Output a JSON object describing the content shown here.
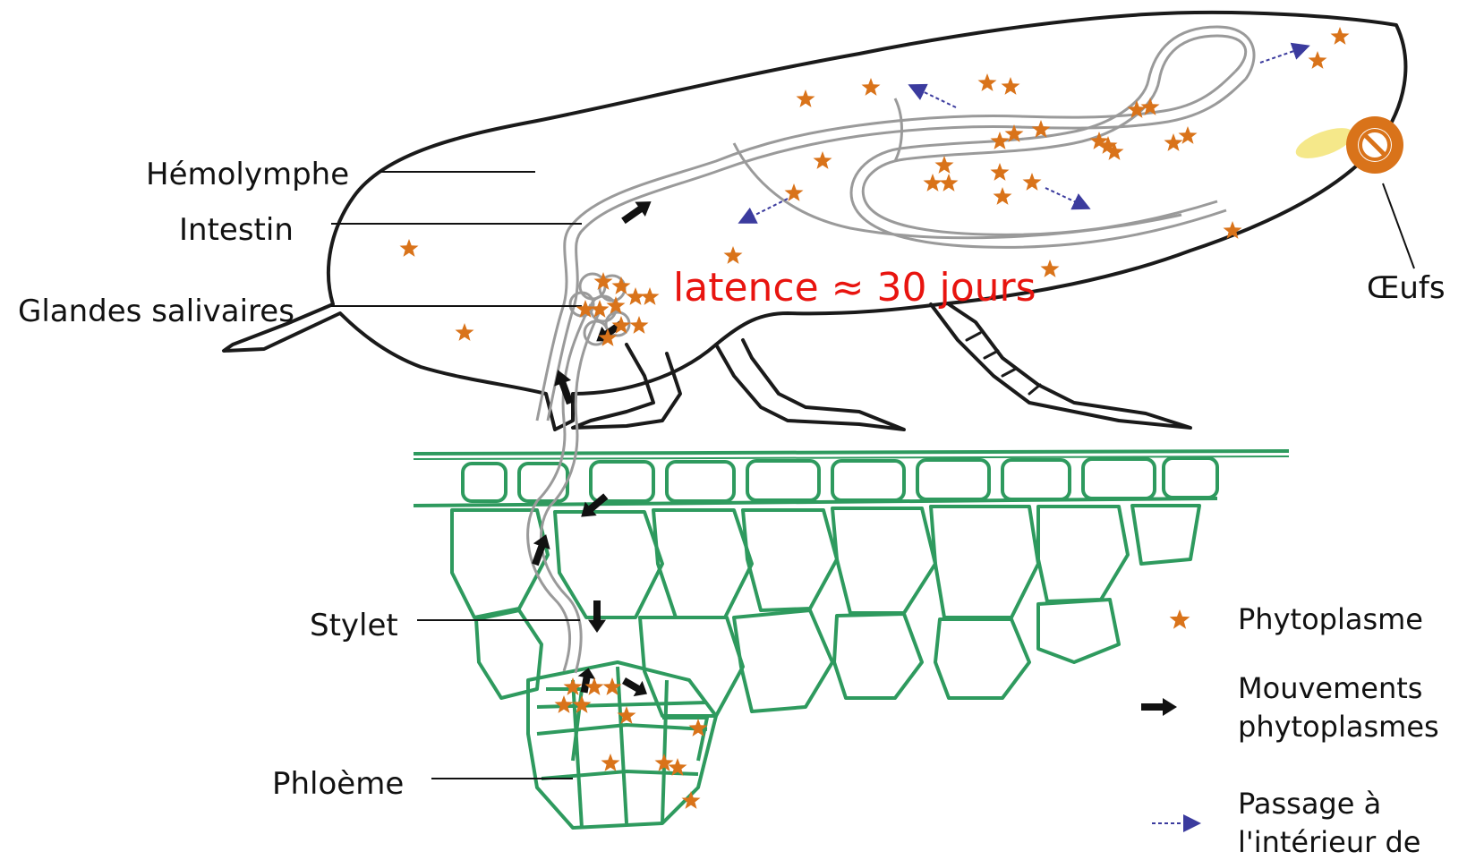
{
  "labels": {
    "hemolymphe": "Hémolymphe",
    "intestin": "Intestin",
    "glandes": "Glandes salivaires",
    "stylet": "Stylet",
    "phloeme": "Phloème",
    "oeufs": "Œufs"
  },
  "latence": "latence ≈ 30 jours",
  "legend": {
    "phytoplasme": "Phytoplasme",
    "mouvements_1": "Mouvements",
    "mouvements_2": "phytoplasmes",
    "passage_1": "Passage à",
    "passage_2": "l'intérieur de"
  },
  "colors": {
    "star": "#d9731a",
    "plant": "#2e9a5e",
    "latence": "#e8140f",
    "arrow_dashed": "#3b3b9e",
    "forbidden": "#d9731a",
    "insect_outline": "#1a1a1a",
    "organ": "#9a9a9a"
  },
  "icons": {
    "star": "star-icon",
    "arrow": "solid-arrow-icon",
    "dashed": "dashed-arrow-icon",
    "forbidden": "forbidden-sign-icon"
  }
}
